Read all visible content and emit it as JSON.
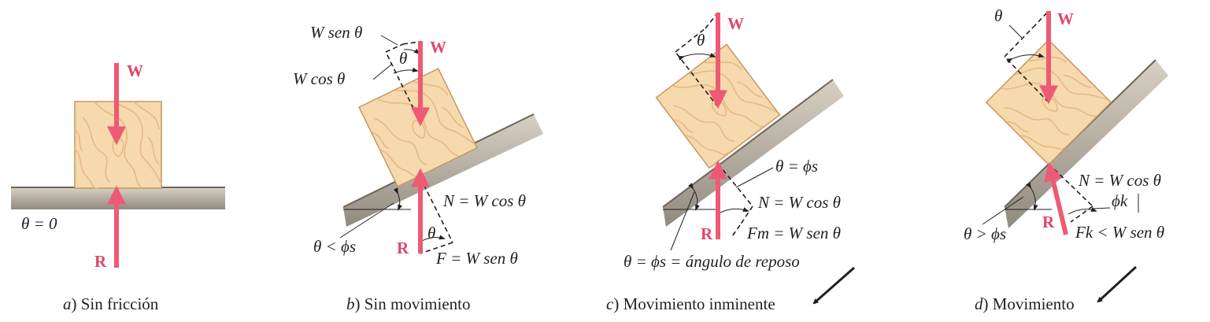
{
  "colors": {
    "force_arrow": "#ee5a73",
    "force_label": "#e0466a",
    "block_fill": "#f6d9ad",
    "block_edge": "#c99661",
    "grain": "#e6b985",
    "surface_top": "#d9d0c4",
    "surface_bottom": "#918a7f",
    "text": "#231f20"
  },
  "icons": [
    "wood-block",
    "force-arrow",
    "incline-plane",
    "motion-arrow"
  ],
  "panel_a": {
    "weight": "W",
    "reaction": "R",
    "angle_math": "θ = 0",
    "caption_letter": "a",
    "caption_text": "Sin fricción"
  },
  "panel_b": {
    "weight": "W",
    "reaction": "R",
    "w_sin": "W sen θ",
    "w_cos": "W cos θ",
    "theta": "θ",
    "normal": "N = W cos θ",
    "friction": "F = W sen θ",
    "theta_cond": "θ < ϕs",
    "caption_letter": "b",
    "caption_text": "Sin movimiento"
  },
  "panel_c": {
    "weight": "W",
    "reaction": "R",
    "theta": "θ",
    "theta_eq": "θ = ϕs",
    "normal": "N = W cos θ",
    "friction": "Fm = W sen θ",
    "repose": "θ = ϕs = ángulo de reposo",
    "caption_letter": "c",
    "caption_text": "Movimiento inminente"
  },
  "panel_d": {
    "weight": "W",
    "reaction": "R",
    "theta": "θ",
    "normal": "N = W cos θ",
    "phi_k": "ϕk",
    "friction": "Fk < W sen θ",
    "theta_cond": "θ > ϕs",
    "caption_letter": "d",
    "caption_text": "Movimiento"
  }
}
